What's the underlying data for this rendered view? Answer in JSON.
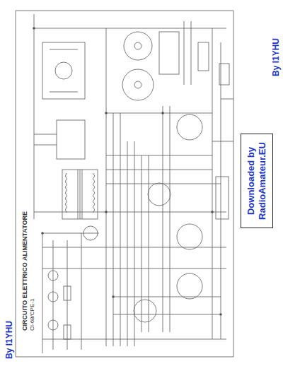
{
  "diagram": {
    "title": "CIRCUITO ELETTRICO ALIMENTATORE",
    "nodes": [
      {
        "text": [
          "Downloaded by RadioAmateur.EU"
        ]
      }
    ],
    "labels": [
      "CI-68/CPE-1",
      "By I1YHU",
      "By I1YHU"
    ]
  }
}
